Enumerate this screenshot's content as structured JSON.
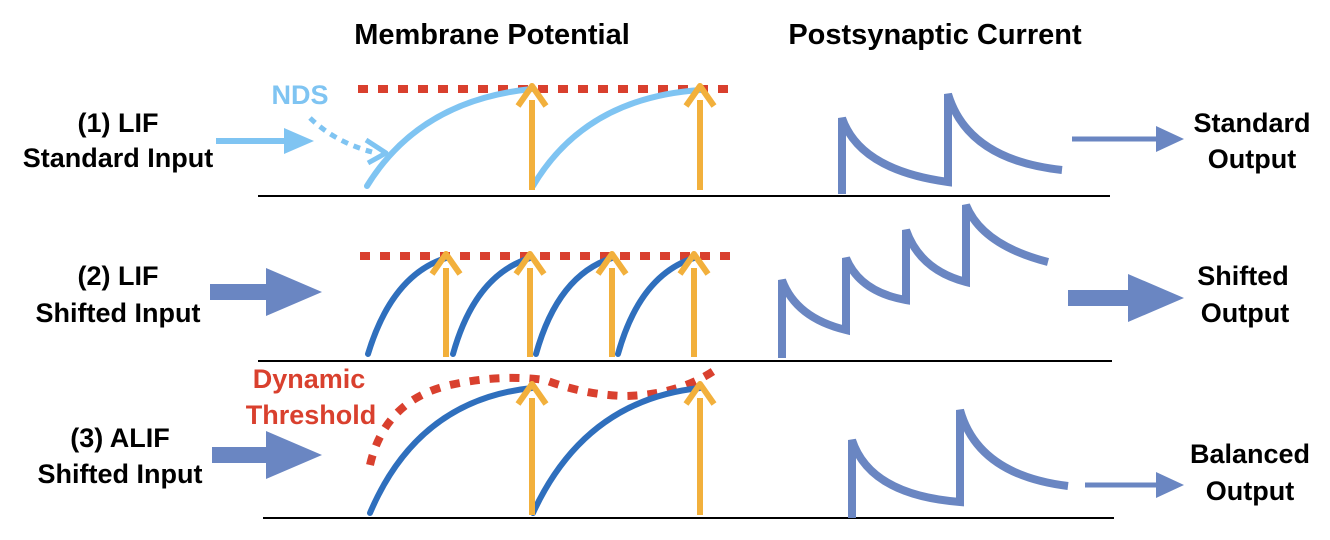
{
  "headers": {
    "membrane": "Membrane Potential",
    "psc": "Postsynaptic Current"
  },
  "rows": [
    {
      "label_line1": "(1) LIF",
      "label_line2": "Standard Input",
      "out_line1": "Standard",
      "out_line2": "Output"
    },
    {
      "label_line1": "(2) LIF",
      "label_line2": "Shifted Input",
      "out_line1": "Shifted",
      "out_line2": "Output"
    },
    {
      "label_line1": "(3) ALIF",
      "label_line2": "Shifted Input",
      "out_line1": "Balanced",
      "out_line2": "Output"
    }
  ],
  "annotations": {
    "nds": "NDS",
    "dynamic_line1": "Dynamic",
    "dynamic_line2": "Threshold"
  },
  "colors": {
    "light_blue": "#7fc4f2",
    "dark_blue": "#2f6fbd",
    "steel_blue": "#6a86c2",
    "orange": "#f2b03c",
    "threshold_red": "#d9402e",
    "axis": "#000000"
  }
}
